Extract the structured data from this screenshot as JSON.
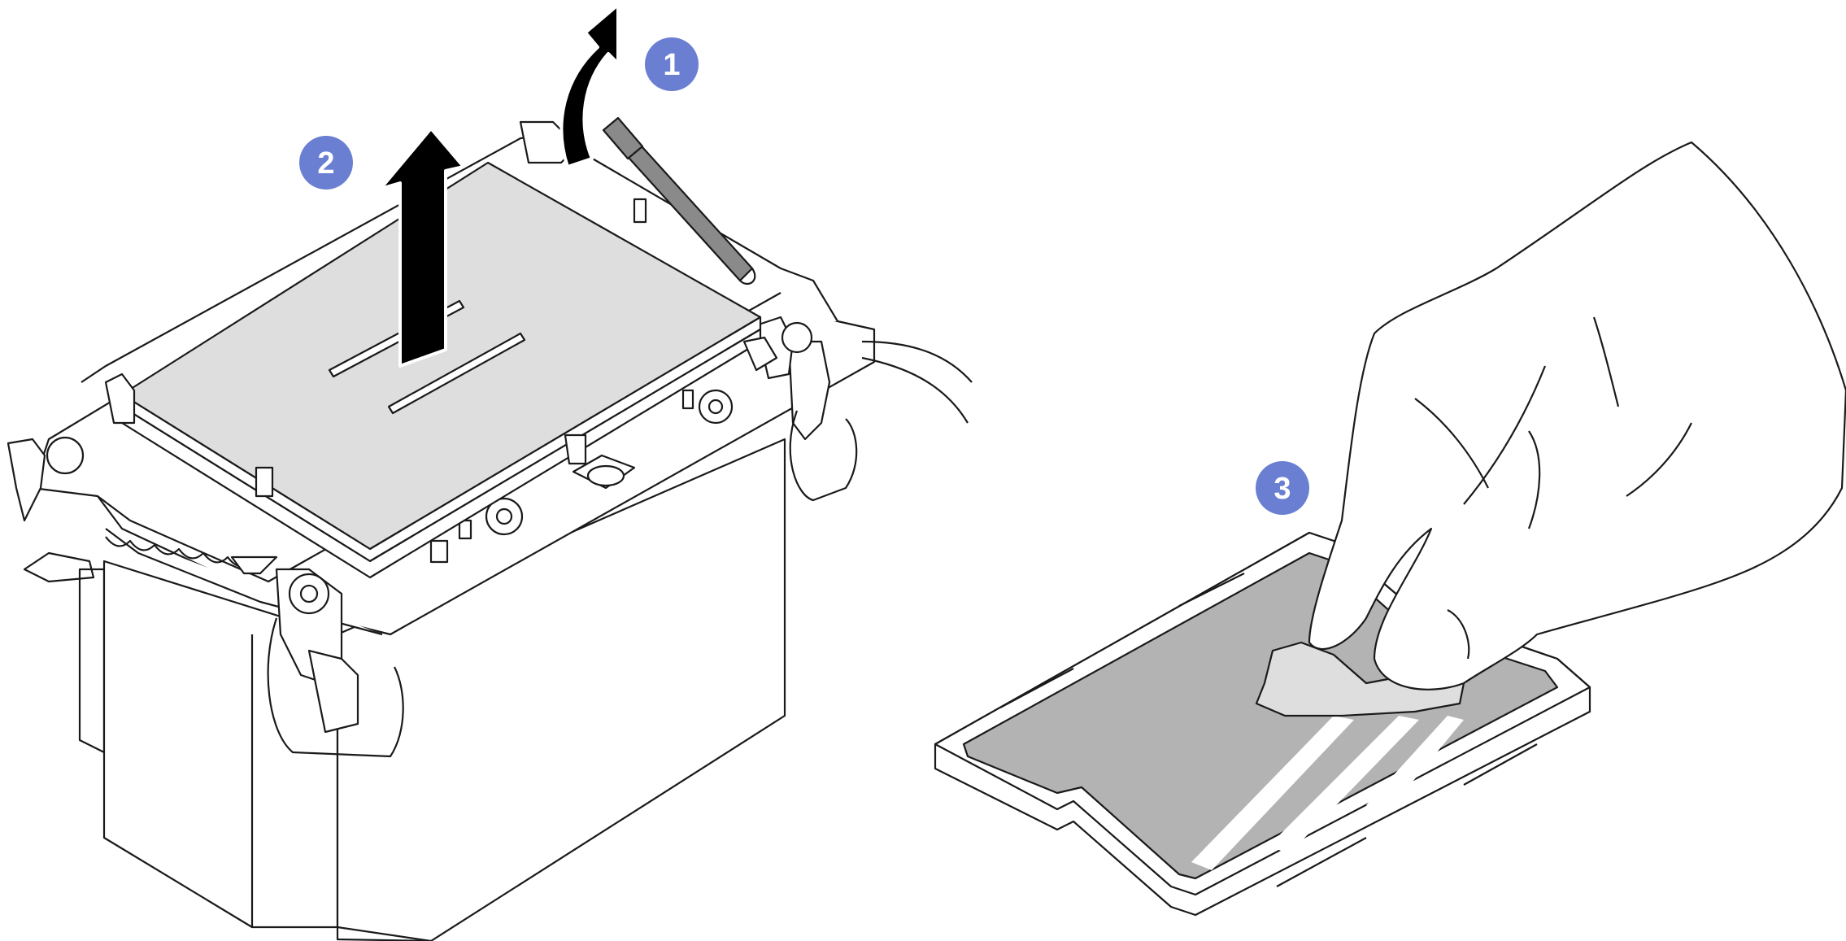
{
  "callouts": [
    {
      "label": "1"
    },
    {
      "label": "2"
    },
    {
      "label": "3"
    }
  ],
  "colors": {
    "callout_fill": "#6a7fd2",
    "line": "#1a1a1a",
    "arrow": "#000000",
    "processor_lid": "#dedede",
    "thermal_grease": "#b3b3b3",
    "release_tool_handle": "#8a8a8a",
    "background": "#ffffff"
  },
  "icons": [
    "curved-arrow-icon",
    "straight-up-arrow-icon"
  ]
}
